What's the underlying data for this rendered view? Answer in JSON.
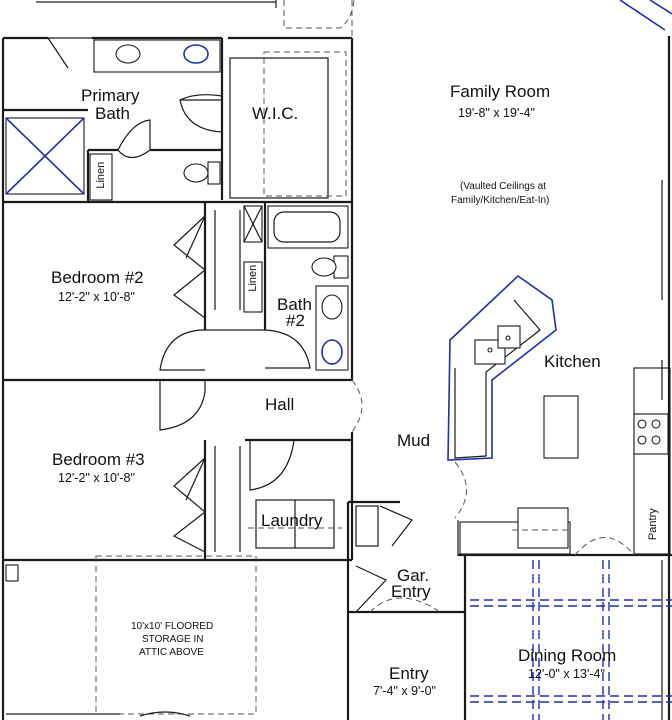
{
  "rooms": {
    "family_room": {
      "name": "Family Room",
      "dims": "19'-8\" x 19'-4\""
    },
    "vaulted_note_1": "(Vaulted Ceilings at",
    "vaulted_note_2": "Family/Kitchen/Eat-In)",
    "primary_bath_1": "Primary",
    "primary_bath_2": "Bath",
    "wic": "W.I.C.",
    "linen_1": "Linen",
    "linen_2": "Linen",
    "bedroom2": {
      "name": "Bedroom #2",
      "dims": "12'-2\" x 10'-8\""
    },
    "bath2_1": "Bath",
    "bath2_2": "#2",
    "kitchen": "Kitchen",
    "hall": "Hall",
    "mud": "Mud",
    "bedroom3": {
      "name": "Bedroom #3",
      "dims": "12'-2\" x 10'-8\""
    },
    "laundry": "Laundry",
    "pantry": "Pantry",
    "garage_entry_1": "Gar.",
    "garage_entry_2": "Entry",
    "storage_1": "10'x10' FLOORED",
    "storage_2": "STORAGE IN",
    "storage_3": "ATTIC ABOVE",
    "entry": {
      "name": "Entry",
      "dims": "7'-4\" x 9'-0\""
    },
    "dining_room": {
      "name": "Dining Room",
      "dims": "12'-0\" x 13'-4\""
    }
  },
  "colors": {
    "wall": "#1a1a1a",
    "fixture_accent": "#1f2fb5",
    "background": "#ffffff"
  }
}
